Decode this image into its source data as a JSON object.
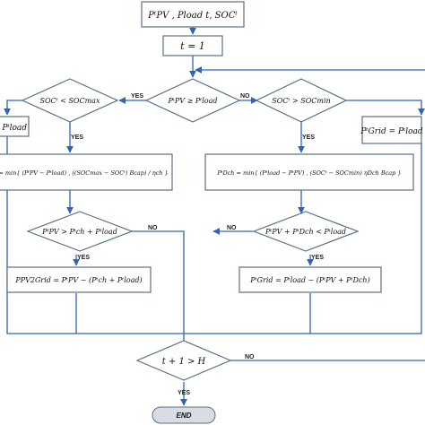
{
  "nodes": {
    "inputs": "PᵗPV , Pload t, SOCᵗ",
    "init": "t = 1",
    "check_pv": "PᵗPV ≥ Pᵗload",
    "check_soc_max": "SOCᵗ < SOCmax",
    "check_soc_min": "SOCᵗ > SOCmin",
    "left_cut_box": "− Pᵗload",
    "grid_box": "PᵗGrid = Pᵗload",
    "charge_formula": "= min{ (PᵗPV − Pᵗload) , ((SOCmax − SOCᵗ) Bcap) / ηch }",
    "discharge_formula": "PᵗDch = min{ (Pᵗload − PᵗPV) , (SOCᵗ − SOCmin) ηDch Bcap }",
    "check_surplus": "PᵗPV > Pᵗch + Pᵗload",
    "check_deficit": "PᵗPV + PᵗDch < Pᵗload",
    "pv2grid": "PPV2Grid = PᵗPV − (Pᵗch + Pᵗload)",
    "grid_rest": "PᵗGrid = Pᵗload − (PᵗPV + PᵗDch)",
    "check_horizon": "t + 1 > H",
    "end": "END"
  },
  "labels": {
    "yes": "YES",
    "no": "NO"
  },
  "colors": {
    "connector": "#2e63b8",
    "box_border": "#5b6f86",
    "terminal_fill": "#d8dde4"
  }
}
